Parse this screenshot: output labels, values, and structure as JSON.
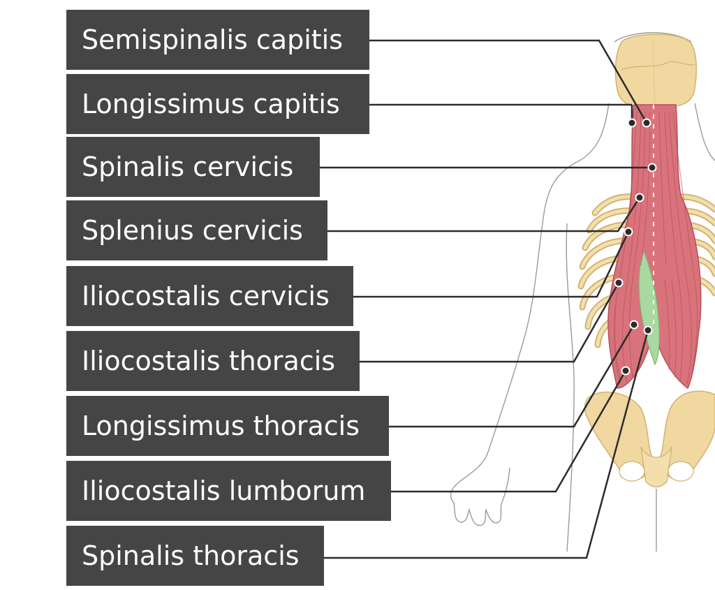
{
  "labels": [
    {
      "text": "Semispinalis capitis"
    },
    {
      "text": "Longissimus capitis"
    },
    {
      "text": "Spinalis cervicis"
    },
    {
      "text": "Splenius cervicis"
    },
    {
      "text": "Iliocostalis cervicis"
    },
    {
      "text": "Iliocostalis thoracis"
    },
    {
      "text": "Longissimus thoracis"
    },
    {
      "text": "Iliocostalis lumborum"
    },
    {
      "text": "Spinalis thoracis"
    }
  ],
  "colors": {
    "label_bg": "#454545",
    "label_text": "#ffffff",
    "leader_line": "#2b2b2b",
    "muscle": "#d9737b",
    "muscle_fiber": "#b54f58",
    "highlight_muscle": "#a9d9a0",
    "bone": "#f0d8a0",
    "bone_edge": "#d3b16f",
    "outline": "#9a9a9a"
  }
}
